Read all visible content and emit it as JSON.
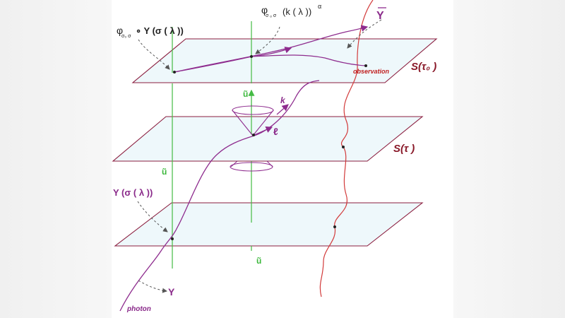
{
  "colors": {
    "plane_fill": "#eef8fb",
    "plane_stroke": "#8b1e3f",
    "green": "#44bb44",
    "purple": "#8e2c8e",
    "red": "#d23a3a",
    "dashed": "#666666"
  },
  "labels": {
    "phi_left_main": "φ",
    "phi_left_sub": "σ₀ σ",
    "phi_left_tail": "∘ Y (σ ( λ ))",
    "phi_right_main": "φ",
    "phi_right_sub": "σ ₒ σ",
    "phi_right_tail": "(k ( λ ))",
    "phi_right_sup": "α",
    "ybar": "Y",
    "observation": "observation",
    "s_tau0": "S(τ₀ )",
    "s_tau": "S(τ )",
    "u_top": "ũ",
    "u_mid": "ũ",
    "u_bottom": "ũ",
    "k": "k",
    "ell": "ℓ",
    "y_sigma": "Y (σ ( λ ))",
    "y_bottom": "Y",
    "photon": "photon"
  }
}
